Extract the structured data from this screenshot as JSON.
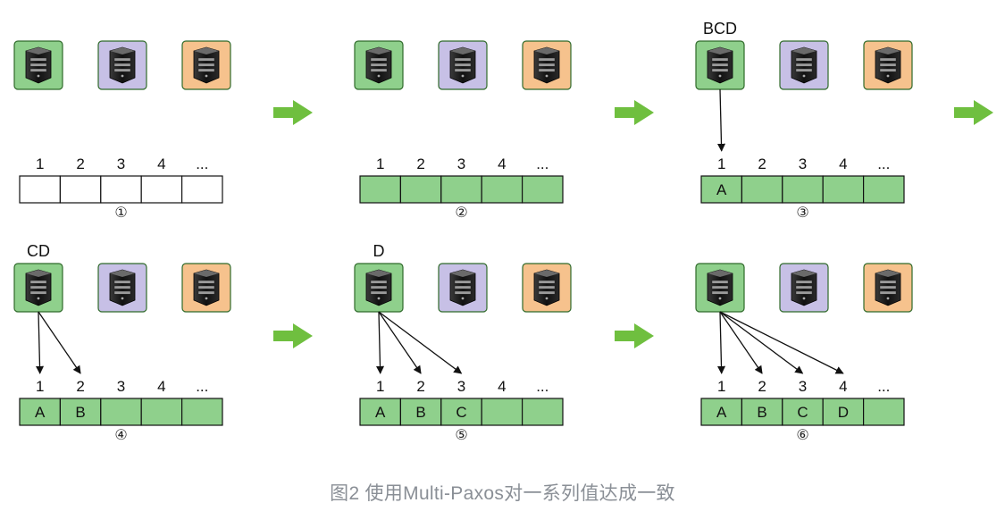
{
  "colors": {
    "green": "#8fd08c",
    "purple": "#c7c0e6",
    "orange": "#f6c28d",
    "box_border": "#2f6a2a",
    "arrow_green": "#6fbf3f"
  },
  "icons": {
    "server": "server-icon",
    "transition_arrow": "right-arrow-icon"
  },
  "slot_numbers": [
    "1",
    "2",
    "3",
    "4",
    "..."
  ],
  "steps": [
    {
      "marker": "①",
      "pending": "",
      "filled": false,
      "values": [
        "",
        "",
        "",
        "",
        ""
      ],
      "targets": []
    },
    {
      "marker": "②",
      "pending": "",
      "filled": true,
      "values": [
        "",
        "",
        "",
        "",
        ""
      ],
      "targets": []
    },
    {
      "marker": "③",
      "pending": "BCD",
      "filled": true,
      "values": [
        "A",
        "",
        "",
        "",
        ""
      ],
      "targets": [
        0
      ]
    },
    {
      "marker": "④",
      "pending": "CD",
      "filled": true,
      "values": [
        "A",
        "B",
        "",
        "",
        ""
      ],
      "targets": [
        0,
        1
      ]
    },
    {
      "marker": "⑤",
      "pending": "D",
      "filled": true,
      "values": [
        "A",
        "B",
        "C",
        "",
        ""
      ],
      "targets": [
        0,
        1,
        2
      ]
    },
    {
      "marker": "⑥",
      "pending": "",
      "filled": true,
      "values": [
        "A",
        "B",
        "C",
        "D",
        ""
      ],
      "targets": [
        0,
        1,
        2,
        3
      ]
    }
  ],
  "caption": "图2 使用Multi-Paxos对一系列值达成一致"
}
